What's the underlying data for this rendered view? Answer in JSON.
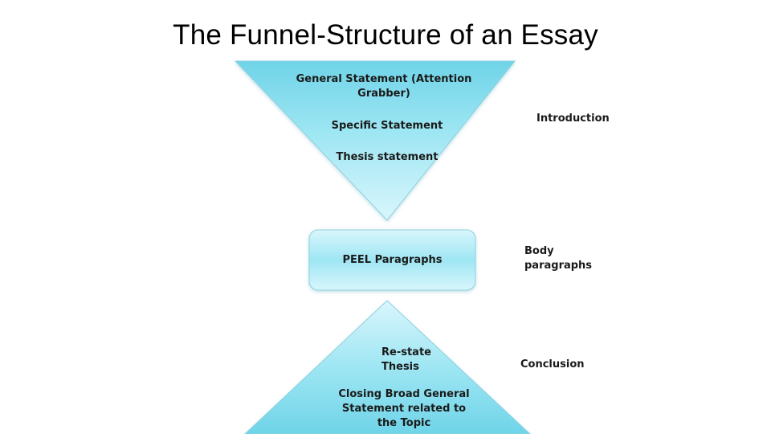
{
  "title": "The Funnel-Structure of an Essay",
  "colors": {
    "fill_light": "#d9f6fc",
    "fill_mid": "#9ee6f3",
    "fill_dark": "#6fd4e8",
    "stroke": "#8fd0df"
  },
  "introduction": {
    "shape": "inverted-triangle",
    "lines": [
      "General Statement (Attention Grabber)",
      "Specific Statement",
      "Thesis statement"
    ],
    "label": "Introduction"
  },
  "body": {
    "shape": "rounded-rectangle",
    "text": "PEEL Paragraphs",
    "label": "Body paragraphs"
  },
  "conclusion": {
    "shape": "triangle",
    "lines": [
      "Re-state Thesis",
      "Closing Broad General Statement related to the Topic"
    ],
    "label": "Conclusion"
  }
}
